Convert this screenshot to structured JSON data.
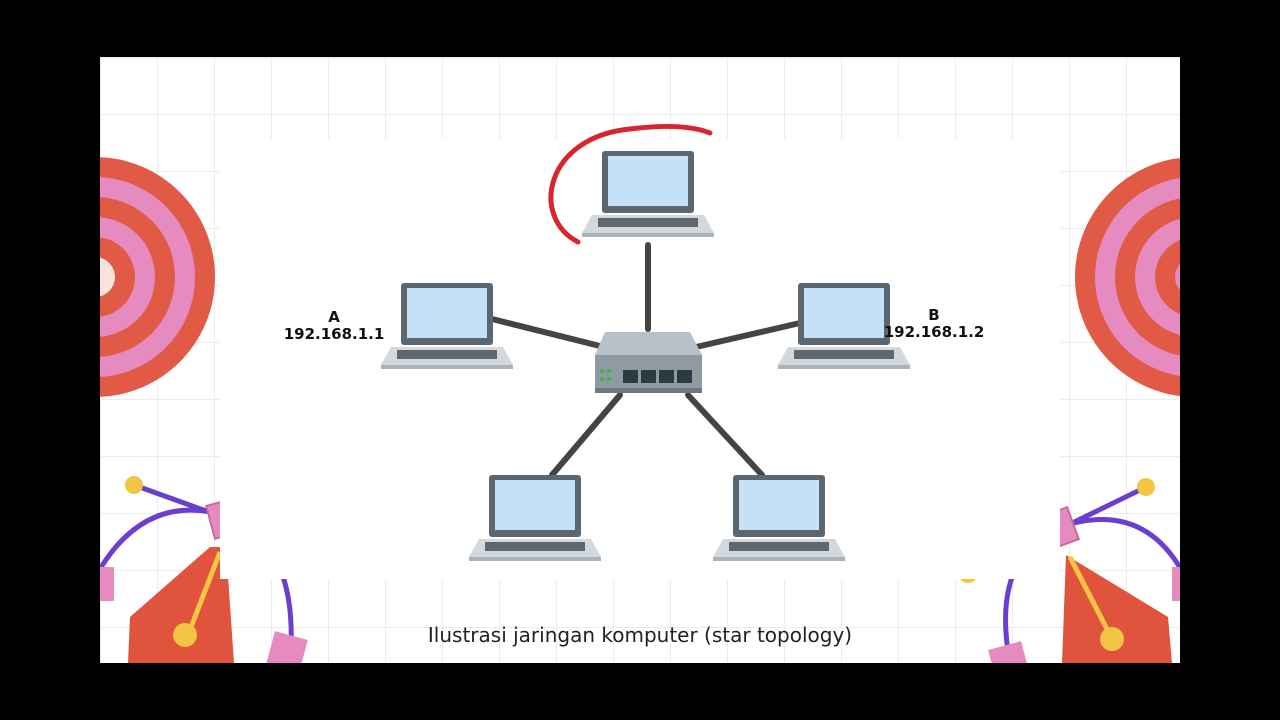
{
  "diagram": {
    "type": "star-topology",
    "hub": "network-switch",
    "nodes": [
      {
        "id": "top",
        "label_name": "",
        "label_ip": ""
      },
      {
        "id": "left",
        "label_name": "A",
        "label_ip": "192.168.1.1"
      },
      {
        "id": "right",
        "label_name": "B",
        "label_ip": "192.168.1.2"
      },
      {
        "id": "bottom-left",
        "label_name": "",
        "label_ip": ""
      },
      {
        "id": "bottom-right",
        "label_name": "",
        "label_ip": ""
      }
    ],
    "highlight": "red-arc-around-top-laptop"
  },
  "caption": "Ilustrasi jaringan komputer (star topology)",
  "colors": {
    "background": "#000000",
    "slide": "#ffffff",
    "cable": "#444444",
    "screen": "#c5e1f7",
    "laptop_frame": "#5a6670",
    "switch_body": "#8f9aa2",
    "highlight_arc": "#d7262f",
    "target_red": "#e05a45",
    "target_pink": "#e58bc0",
    "pen_red": "#e0533d",
    "curve_purple": "#6a3fd0",
    "handle_yellow": "#f2c542"
  },
  "icons": [
    "laptop-icon",
    "switch-icon",
    "target-icon",
    "pen-tool-icon"
  ]
}
